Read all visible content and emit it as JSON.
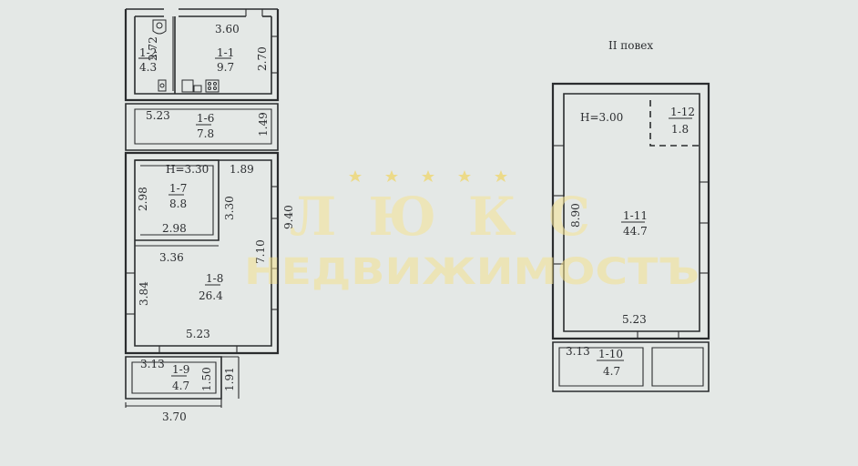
{
  "floor_label": "II повех",
  "watermark": {
    "line1": "Л Ю К С",
    "line2": "НЕДВИЖИМОСТЪ",
    "color": "#f3e39a"
  },
  "floor1": {
    "rooms": [
      {
        "id": "1-2",
        "area": "4.3"
      },
      {
        "id": "1-1",
        "area": "9.7"
      },
      {
        "id": "1-6",
        "area": "7.8"
      },
      {
        "id": "1-7",
        "area": "8.8"
      },
      {
        "id": "1-8",
        "area": "26.4"
      },
      {
        "id": "1-9",
        "area": "4.7"
      }
    ],
    "dims": {
      "d360": "3.60",
      "d272": "2.72",
      "d270": "2.70",
      "d523_top": "5.23",
      "d149": "1.49",
      "h330": "H=3.30",
      "d189": "1.89",
      "d298_v": "2.98",
      "d330_v": "3.30",
      "d298_h": "2.98",
      "d940": "9.40",
      "d710": "7.10",
      "d336": "3.36",
      "d384": "3.84",
      "d523_bot": "5.23",
      "d313": "3.13",
      "d150": "1.50",
      "d191": "1.91",
      "d370": "3.70"
    }
  },
  "floor2": {
    "rooms": [
      {
        "id": "1-12",
        "area": "1.8"
      },
      {
        "id": "1-11",
        "area": "44.7"
      },
      {
        "id": "1-10",
        "area": "4.7"
      }
    ],
    "dims": {
      "h300": "H=3.00",
      "d890": "8.90",
      "d523": "5.23",
      "d313": "3.13"
    }
  }
}
